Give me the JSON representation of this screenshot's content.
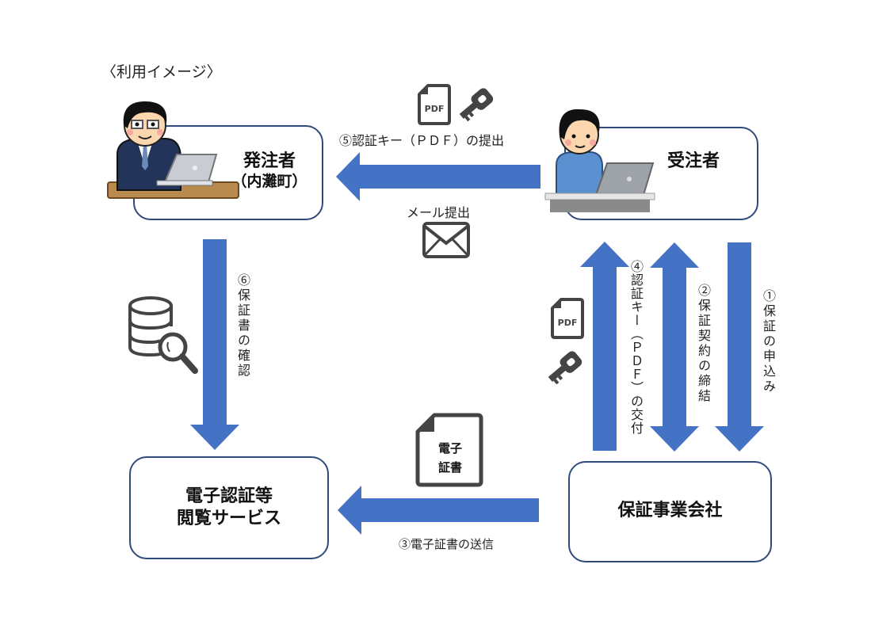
{
  "title": "〈利用イメージ〉",
  "colors": {
    "arrow": "#4472c4",
    "box_border": "#2f4b7c",
    "icon": "#444444"
  },
  "nodes": {
    "orderer": {
      "label": "発注者",
      "sublabel": "（内灘町）"
    },
    "contractor": {
      "label": "受注者"
    },
    "service": {
      "line1": "電子認証等",
      "line2": "閲覧サービス"
    },
    "guarantor": {
      "label": "保証事業会社"
    }
  },
  "flows": {
    "step1": "①保証の申込み",
    "step2": "②保証契約の締結",
    "step3": "③電子証書の送信",
    "step4": "④認証キー（ＰＤＦ）の交付",
    "step5": "⑤認証キー（ＰＤＦ）の提出",
    "step5_sub": "メール提出",
    "step6": "⑥保証書の確認"
  },
  "icons": {
    "pdf_label": "PDF",
    "certificate_line1": "電子",
    "certificate_line2": "証書"
  }
}
